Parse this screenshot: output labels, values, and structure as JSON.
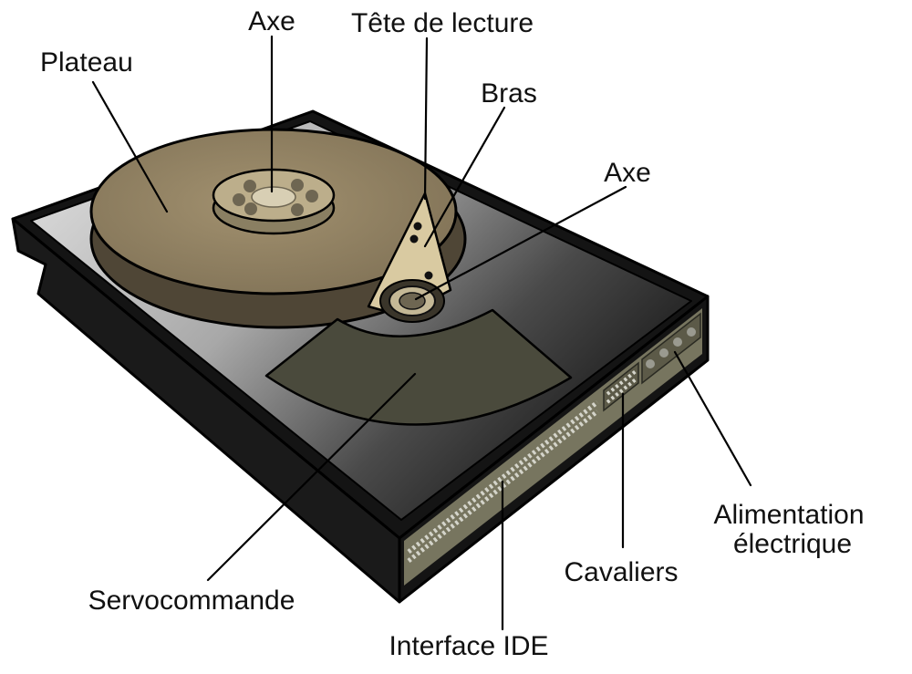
{
  "labels": {
    "plateau": "Plateau",
    "axe_platter": "Axe",
    "tete_lecture": "Tête de lecture",
    "bras": "Bras",
    "axe_arm": "Axe",
    "servocommande": "Servocommande",
    "interface_ide": "Interface IDE",
    "cavaliers": "Cavaliers",
    "alimentation_line1": "Alimentation",
    "alimentation_line2": "électrique"
  },
  "colors": {
    "platter": "#8f7f60",
    "platter_edge": "#4f4636",
    "hub": "#b9ad8c",
    "arm": "#d8c9a0",
    "servo": "#4a4a3c",
    "case_top_light": "#d9d9d9",
    "case_top_dark": "#202020",
    "case_side": "#151515",
    "connector_panel": "#7a7862",
    "connector_pins": "#c9c9bf",
    "line": "#000000"
  }
}
